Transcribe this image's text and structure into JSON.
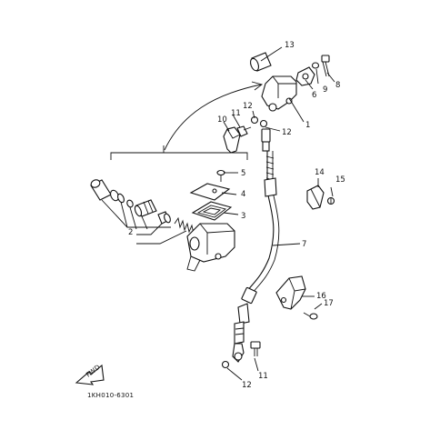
{
  "diagram": {
    "code": "1KH010-6301",
    "fwd_label": "FWD",
    "labels": {
      "p1": "1",
      "p2": "2",
      "p3": "3",
      "p4": "4",
      "p5": "5",
      "p6": "6",
      "p7": "7",
      "p8": "8",
      "p9": "9",
      "p10": "10",
      "p11a": "11",
      "p11b": "11",
      "p12a": "12",
      "p12b": "12",
      "p12c": "12",
      "p13": "13",
      "p14": "14",
      "p15": "15",
      "p16": "16",
      "p17": "17"
    }
  }
}
